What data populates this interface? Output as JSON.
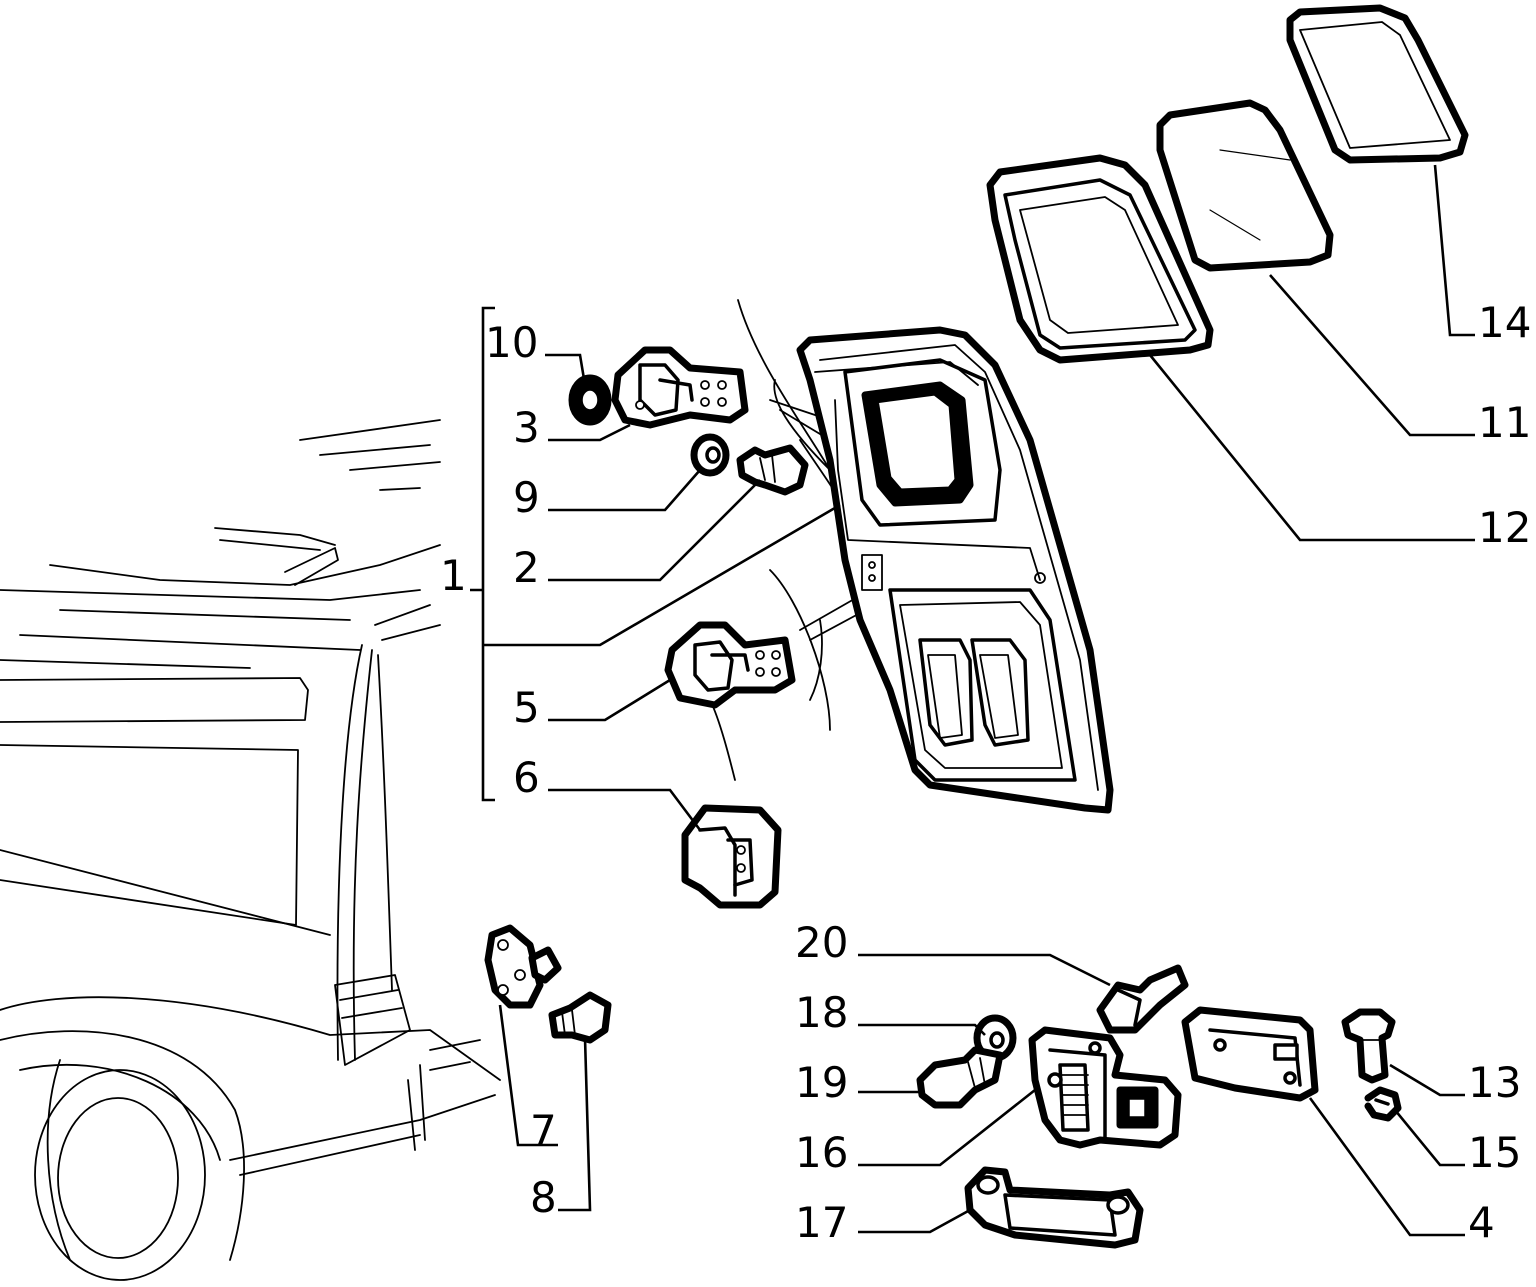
{
  "callouts": [
    {
      "id": "c10",
      "text": "10"
    },
    {
      "id": "c3",
      "text": "3"
    },
    {
      "id": "c9",
      "text": "9"
    },
    {
      "id": "c2",
      "text": "2"
    },
    {
      "id": "c1",
      "text": "1"
    },
    {
      "id": "c5",
      "text": "5"
    },
    {
      "id": "c6",
      "text": "6"
    },
    {
      "id": "c7",
      "text": "7"
    },
    {
      "id": "c8",
      "text": "8"
    },
    {
      "id": "c14",
      "text": "14"
    },
    {
      "id": "c11",
      "text": "11"
    },
    {
      "id": "c12",
      "text": "12"
    },
    {
      "id": "c20",
      "text": "20"
    },
    {
      "id": "c18",
      "text": "18"
    },
    {
      "id": "c19",
      "text": "19"
    },
    {
      "id": "c16",
      "text": "16"
    },
    {
      "id": "c17",
      "text": "17"
    },
    {
      "id": "c13",
      "text": "13"
    },
    {
      "id": "c15",
      "text": "15"
    },
    {
      "id": "c4",
      "text": "4"
    }
  ]
}
